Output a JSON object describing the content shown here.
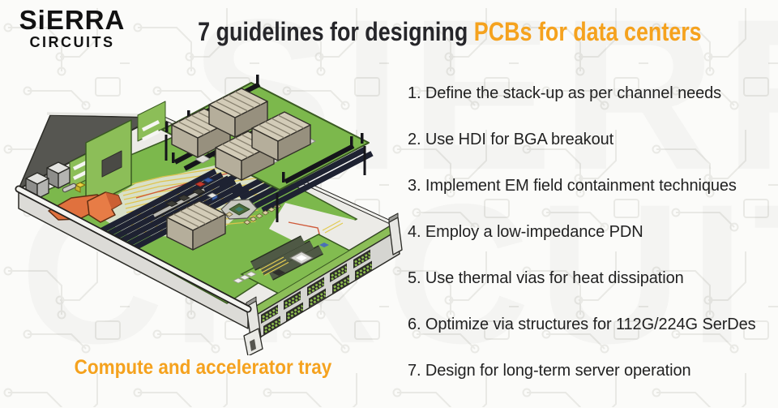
{
  "logo": {
    "line1": "SiERRA",
    "line2": "CIRCUITS"
  },
  "title": {
    "prefix": "7 guidelines for designing",
    "highlight": "PCBs for data centers"
  },
  "guidelines": [
    "1. Define the stack-up as per channel needs",
    "2. Use HDI for BGA breakout",
    "3. Implement EM field containment techniques",
    "4. Employ a low-impedance PDN",
    "5. Use thermal vias for heat dissipation",
    "6. Optimize via structures for 112G/224G SerDes",
    "7. Design for long-term server operation"
  ],
  "caption": "Compute and accelerator tray",
  "watermark": {
    "line1": "SIERRA",
    "line2": "CIRCUITS"
  },
  "illustration": {
    "name": "compute-accelerator-tray-isometric",
    "parts": [
      "server-tray-chassis",
      "motherboard-pcb",
      "accelerator-card-pcb",
      "bga-heatsinks",
      "dimm-slots",
      "cpu-socket",
      "heat-pipes",
      "front-vent-panel",
      "psu-modules"
    ]
  },
  "colors": {
    "accent_orange": "#F5A21E",
    "title_dark": "#26262A",
    "list_text": "#222222",
    "background": "#FBFBF9",
    "pattern_line": "#E9E9E5",
    "pcb_green": "#7CB84C",
    "pcb_green_light": "#8CBE58",
    "slot_navy": "#1E2232",
    "heatsink_tan": "#D3CCB8",
    "heatpipe_orange": "#E0713E",
    "chassis_gray": "#ECEBE7",
    "wall_gray": "#565651",
    "vent_green": "#8FC04F"
  }
}
